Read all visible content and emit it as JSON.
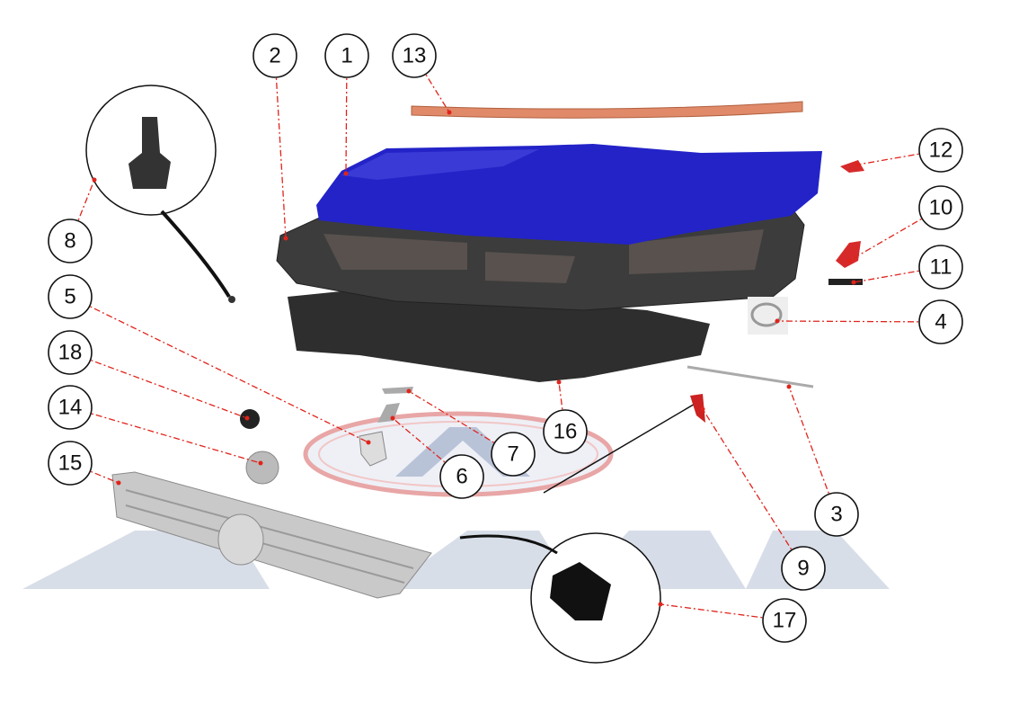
{
  "diagram": {
    "type": "exploded-parts-view",
    "callouts": [
      {
        "label": "1"
      },
      {
        "label": "2"
      },
      {
        "label": "13"
      },
      {
        "label": "12"
      },
      {
        "label": "10"
      },
      {
        "label": "11"
      },
      {
        "label": "4"
      },
      {
        "label": "8"
      },
      {
        "label": "5"
      },
      {
        "label": "18"
      },
      {
        "label": "14"
      },
      {
        "label": "15"
      },
      {
        "label": "16"
      },
      {
        "label": "7"
      },
      {
        "label": "6"
      },
      {
        "label": "3"
      },
      {
        "label": "9"
      },
      {
        "label": "17"
      }
    ],
    "watermark_text": "AVAN",
    "colors": {
      "hood": "#2323c8",
      "inner_panel": "#3a3a3a",
      "seal": "#e08a6a",
      "leader": "#e0241b",
      "watermark": "#b8c2d6"
    }
  }
}
